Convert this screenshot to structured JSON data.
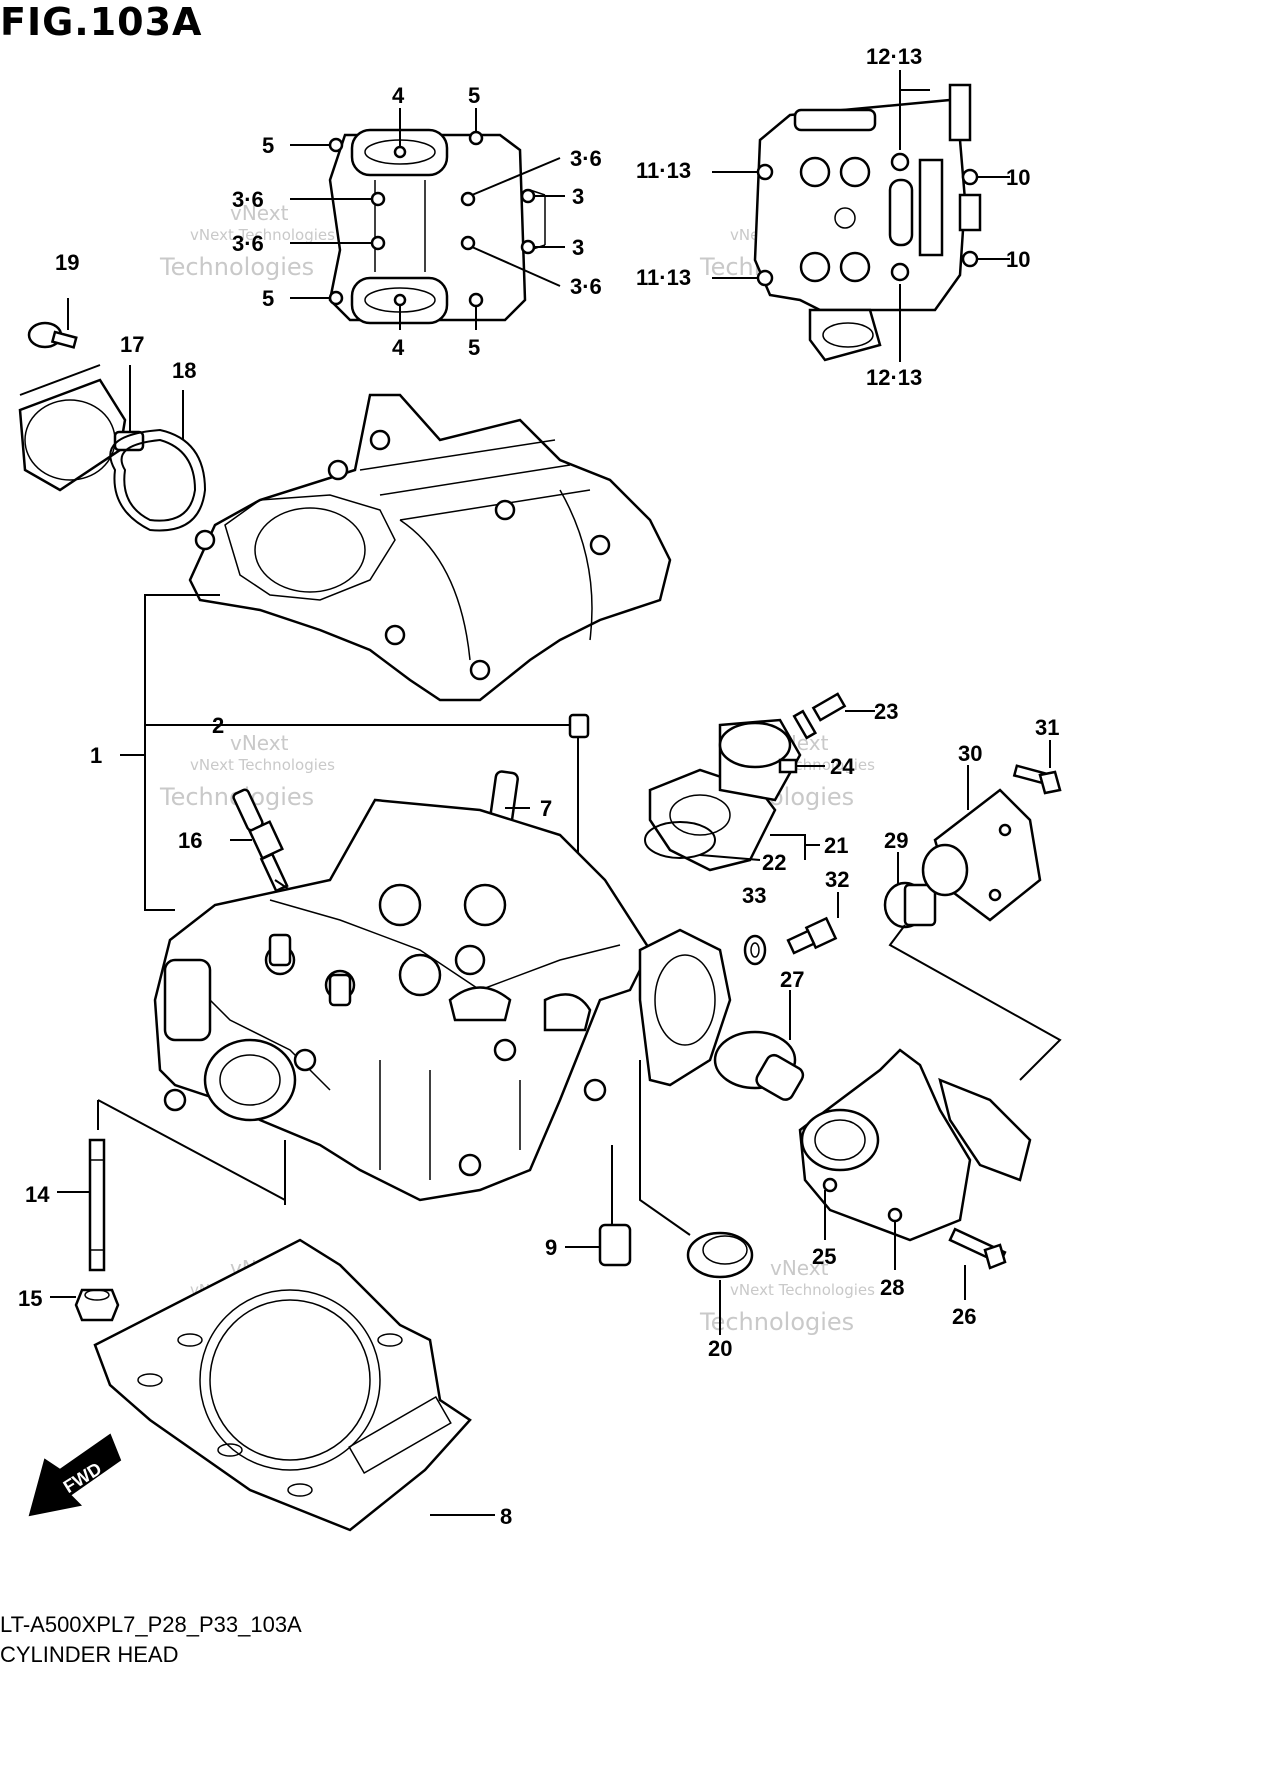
{
  "figure": {
    "title": "FIG.103A",
    "code": "LT-A500XPL7_P28_P33_103A",
    "name": "CYLINDER HEAD"
  },
  "watermark": {
    "line1": "vNext",
    "line2": "vNext Technologies",
    "line3": "Technologies"
  },
  "badges": {
    "fwd": "FWD"
  },
  "callouts": {
    "c1": "1",
    "c2": "2",
    "c4a": "4",
    "c4b": "4",
    "c5a": "5",
    "c5b": "5",
    "c5c": "5",
    "c5d": "5",
    "c36a": "3·6",
    "c36b": "3·6",
    "c36c": "3·6",
    "c36d": "3·6",
    "c3a": "3",
    "c3b": "3",
    "c1213a": "12·13",
    "c1213b": "12·13",
    "c1113a": "11·13",
    "c1113b": "11·13",
    "c10a": "10",
    "c10b": "10",
    "c7": "7",
    "c8": "8",
    "c9": "9",
    "c14": "14",
    "c15": "15",
    "c16": "16",
    "c17": "17",
    "c18": "18",
    "c19": "19",
    "c20": "20",
    "c21": "21",
    "c22": "22",
    "c23": "23",
    "c24": "24",
    "c25": "25",
    "c26": "26",
    "c27": "27",
    "c28": "28",
    "c29": "29",
    "c30": "30",
    "c31": "31",
    "c32": "32",
    "c33": "33"
  }
}
